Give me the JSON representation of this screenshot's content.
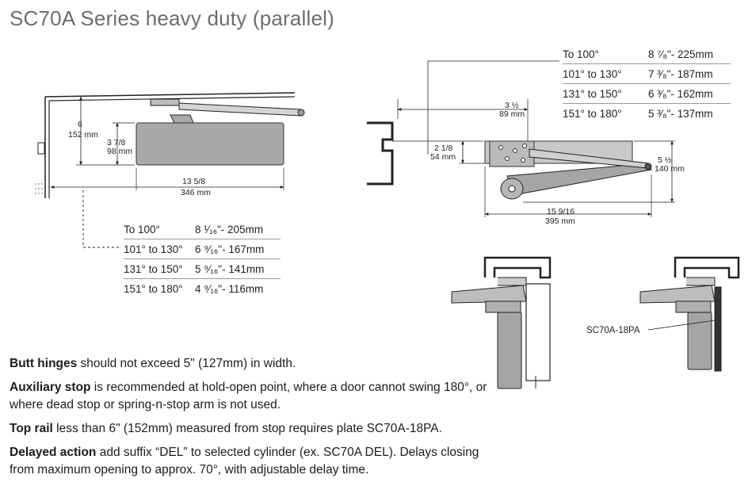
{
  "title": "SC70A Series heavy duty (parallel)",
  "left_view": {
    "dim_height_in": "6",
    "dim_height_mm": "152 mm",
    "dim_body_in": "3 7/8",
    "dim_body_mm": "98 mm",
    "dim_length_in": "13 5/8",
    "dim_length_mm": "346 mm"
  },
  "left_table": [
    {
      "range": "To 100°",
      "value": "8 ¹⁄₁₆\"- 205mm"
    },
    {
      "range": "101° to 130°",
      "value": "6 ⁹⁄₁₆\"- 167mm"
    },
    {
      "range": "131° to 150°",
      "value": "5 ⁹⁄₁₆\"- 141mm"
    },
    {
      "range": "151° to 180°",
      "value": "4 ⁹⁄₁₆\"- 116mm"
    }
  ],
  "right_table": [
    {
      "range": "To 100°",
      "value": "8 ⁷⁄₈\"- 225mm"
    },
    {
      "range": "101° to 130°",
      "value": "7 ³⁄₈\"- 187mm"
    },
    {
      "range": "131° to 150°",
      "value": "6 ³⁄₈\"- 162mm"
    },
    {
      "range": "151° to 180°",
      "value": "5 ³⁄₈\"- 137mm"
    }
  ],
  "right_view": {
    "dim_offset_in": "3 ½",
    "dim_offset_mm": "89 mm",
    "dim_body_in": "2 1/8",
    "dim_body_mm": "54 mm",
    "dim_arm_in": "5 ½",
    "dim_arm_mm": "140 mm",
    "dim_length_in": "15 9/16",
    "dim_length_mm": "395 mm"
  },
  "plate_label": "SC70A-18PA",
  "notes": [
    {
      "bold": "Butt hinges",
      "text": " should not exceed 5\" (127mm) in width."
    },
    {
      "bold": "Auxiliary stop",
      "text": " is recommended at hold-open point, where a door cannot swing 180°, or where dead stop or spring-n-stop arm is not used."
    },
    {
      "bold": "Top rail",
      "text": " less than 6\" (152mm) measured from stop requires plate SC70A-18PA."
    },
    {
      "bold": "Delayed action",
      "text": " add suffix “DEL” to selected cylinder (ex. SC70A DEL).  Delays closing from maximum opening to approx. 70°, with adjustable delay time."
    }
  ]
}
